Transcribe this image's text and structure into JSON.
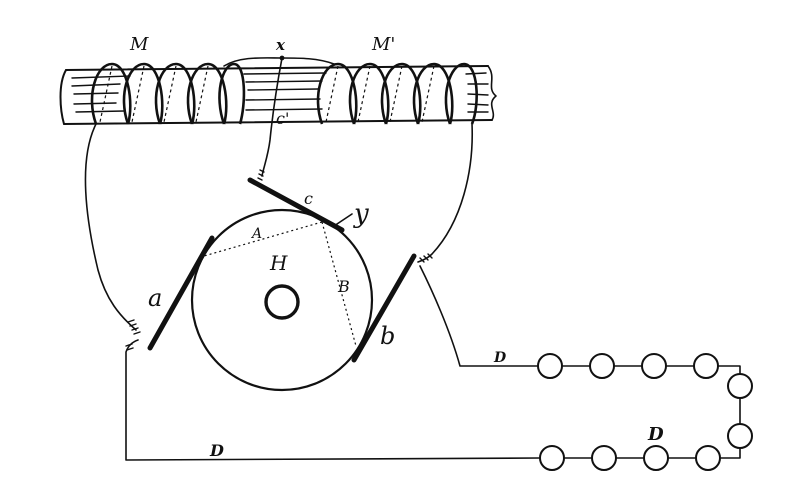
{
  "labels": {
    "magnet_left": "M",
    "magnet_right": "M'",
    "junction_top": "x",
    "lead_c_prime": "c'",
    "brush_c": "c",
    "point_y": "y",
    "brush_a": "a",
    "brush_b": "b",
    "armature": "H",
    "chord_A": "A",
    "chord_B": "B",
    "circuit_upper": "D",
    "circuit_lower_right": "D",
    "circuit_bottom_left": "D"
  },
  "lamps": {
    "top_row_count": 4,
    "right_side_count": 2,
    "bottom_row_count": 4
  },
  "colors": {
    "ink": "#111111",
    "paper": "#ffffff"
  }
}
